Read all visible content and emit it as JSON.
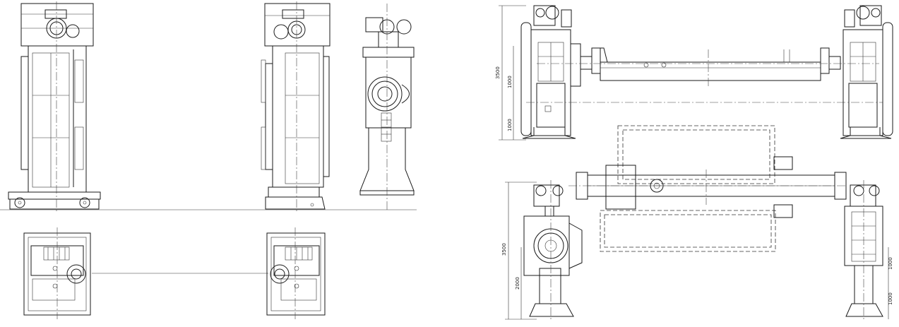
{
  "dimensions": {
    "right_top_overall": "3500",
    "right_top_upper": "1000",
    "right_top_lower": "1000",
    "right_bottom_overall": "3500",
    "right_bottom_lower": "2000",
    "right_bottom_side_upper": "1000",
    "right_bottom_side_lower": "1000"
  },
  "colors": {
    "line": "#1a1a1a",
    "background": "#ffffff"
  }
}
